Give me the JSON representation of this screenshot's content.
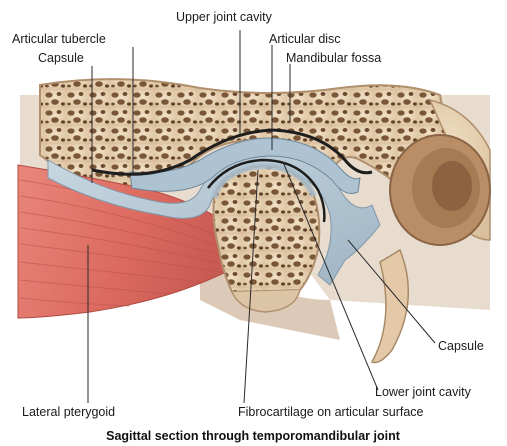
{
  "labels": {
    "upper_joint_cavity": "Upper joint cavity",
    "articular_tubercle": "Articular tubercle",
    "articular_disc": "Articular disc",
    "capsule_top": "Capsule",
    "mandibular_fossa": "Mandibular fossa",
    "capsule_right": "Capsule",
    "lower_joint_cavity": "Lower joint cavity",
    "lateral_pterygoid": "Lateral pterygoid",
    "fibrocartilage": "Fibrocartilage on articular surface"
  },
  "caption": "Sagittal section through temporomandibular joint",
  "colors": {
    "bone_outer": "#e8d2b4",
    "bone_edge": "#b89a78",
    "bone_pores": "#6b4a30",
    "cartilage": "#b8ccd8",
    "disc": "#a9bfcf",
    "cavity_line": "#1e1e1e",
    "muscle": "#e0756a",
    "muscle_dark": "#c2554c",
    "tissue": "#d8c7b8"
  }
}
